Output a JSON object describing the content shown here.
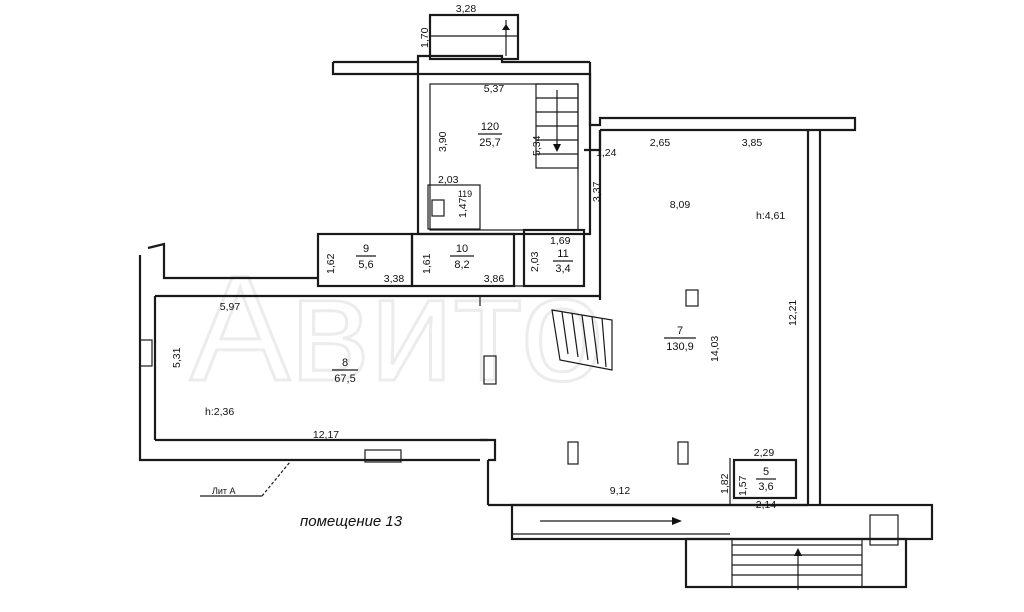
{
  "plan": {
    "caption": "помещение 13",
    "lit_label": "Лит А"
  },
  "rooms": [
    {
      "id": "room-120",
      "number": "120",
      "area": "25,7"
    },
    {
      "id": "room-119",
      "number": "119",
      "area": ""
    },
    {
      "id": "room-9",
      "number": "9",
      "area": "5,6"
    },
    {
      "id": "room-10",
      "number": "10",
      "area": "8,2"
    },
    {
      "id": "room-11",
      "number": "11",
      "area": "3,4"
    },
    {
      "id": "room-8",
      "number": "8",
      "area": "67,5",
      "height": "h:2,36"
    },
    {
      "id": "room-7",
      "number": "7",
      "area": "130,9",
      "height": "h:4,61"
    },
    {
      "id": "room-5",
      "number": "5",
      "area": "3,6"
    }
  ],
  "dimensions": {
    "d_3_28": "3,28",
    "d_1_70": "1,70",
    "d_5_37": "5,37",
    "d_3_90": "3,90",
    "d_5_34": "5,34",
    "d_2_03a": "2,03",
    "d_1_47": "1,47",
    "d_1_24": "1,24",
    "d_2_65": "2,65",
    "d_3_85": "3,85",
    "d_3_37": "3,37",
    "d_8_09": "8,09",
    "d_1_62": "1,62",
    "d_1_61": "1,61",
    "d_1_69": "1,69",
    "d_2_03b": "2,03",
    "d_3_38": "3,38",
    "d_3_86": "3,86",
    "d_5_97": "5,97",
    "d_5_31": "5,31",
    "d_12_21": "12,21",
    "d_14_03": "14,03",
    "d_12_17": "12,17",
    "d_2_29": "2,29",
    "d_1_82": "1,82",
    "d_1_57": "1,57",
    "d_9_12": "9,12",
    "d_2_14": "2,14"
  }
}
